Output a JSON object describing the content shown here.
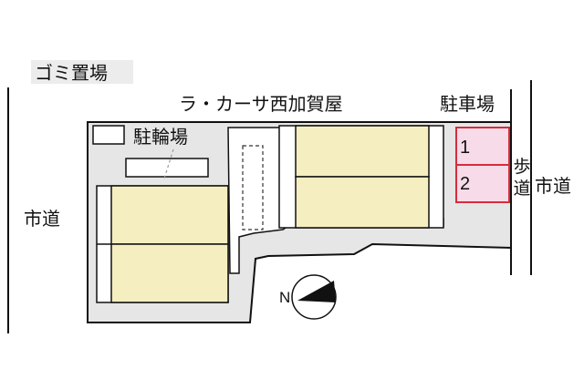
{
  "labels": {
    "garbage": "ゴミ置場",
    "building": "ラ・カーサ西加賀屋",
    "parking": "駐車場",
    "bicycle_parking": "駐輪場",
    "city_road_left": "市道",
    "city_road_right": "市道",
    "sidewalk_char1": "歩",
    "sidewalk_char2": "道"
  },
  "parking_spaces": [
    "1",
    "2"
  ],
  "compass": {
    "north_label": "N"
  },
  "colors": {
    "lot": "#e6e6e6",
    "building": "#f5eec0",
    "parking_fill": "#f8dbe8",
    "parking_border": "#d62c3c",
    "outline": "#111111"
  }
}
